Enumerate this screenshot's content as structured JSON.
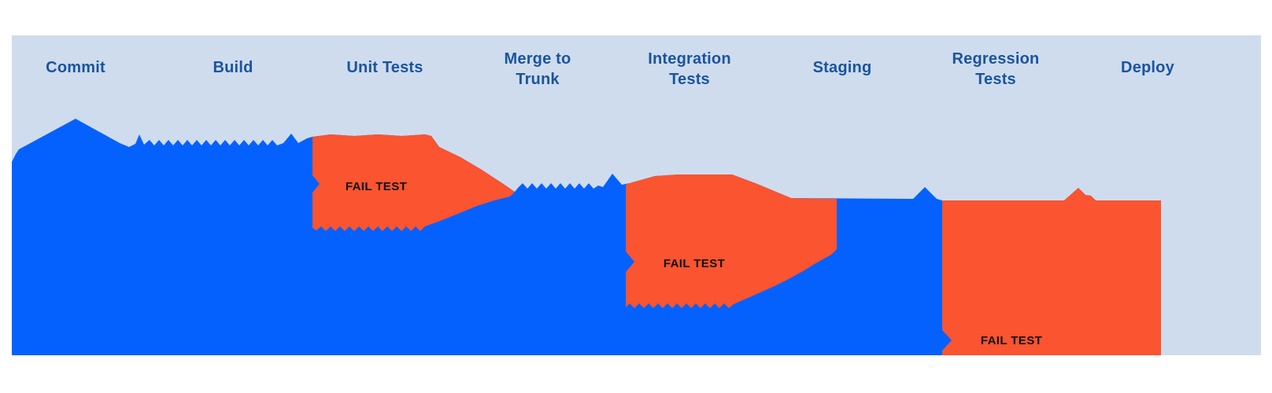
{
  "pipeline": {
    "stages": [
      {
        "label": "Commit"
      },
      {
        "label": "Build"
      },
      {
        "label": "Unit Tests"
      },
      {
        "label": "Merge to Trunk"
      },
      {
        "label": "Integration Tests"
      },
      {
        "label": "Staging"
      },
      {
        "label": "Regression Tests"
      },
      {
        "label": "Deploy"
      }
    ],
    "fail_markers": [
      {
        "label": "FAIL TEST",
        "stage": "Unit Tests"
      },
      {
        "label": "FAIL TEST",
        "stage": "Integration Tests"
      },
      {
        "label": "FAIL TEST",
        "stage": "Regression Tests"
      }
    ],
    "colors": {
      "page_background": "#ffffff",
      "panel_background": "#cfdcee",
      "flow_blue": "#0561fd",
      "fail_orange": "#fa5430",
      "stage_label_text": "#1a549f",
      "fail_label_text": "#111111"
    }
  }
}
